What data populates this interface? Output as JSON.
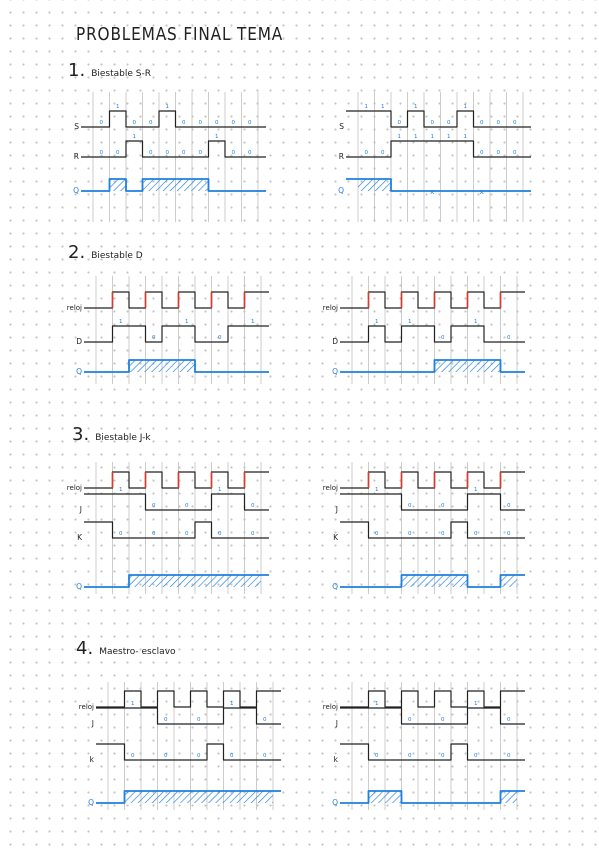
{
  "title": "PROBLEMAS FINAL TEMA",
  "colors": {
    "ink": "#222222",
    "blue": "#1e7fe0",
    "red": "#d93a2b",
    "grid": "#c0c0c0"
  },
  "sections": [
    {
      "number": "1.",
      "name": "Biestable S-R"
    },
    {
      "number": "2.",
      "name": "Biestable D"
    },
    {
      "number": "3.",
      "name": "Biestable J-k"
    },
    {
      "number": "4.",
      "name": "Maestro- esclavo"
    }
  ],
  "signal_labels": {
    "s": "S",
    "r": "R",
    "q": "Q",
    "reloj": "reloj",
    "d": "D",
    "j": "J",
    "k": "k",
    "K": "K"
  },
  "marks": {
    "one": "1",
    "zero": "0",
    "x": "x"
  },
  "diagrams": [
    {
      "section": 0,
      "columns": 10,
      "rows": [
        {
          "label": "s",
          "wave": [
            0,
            1,
            0,
            0,
            1,
            0,
            0,
            0,
            0,
            0
          ]
        },
        {
          "label": "r",
          "wave": [
            0,
            0,
            1,
            0,
            0,
            0,
            0,
            1,
            0,
            0
          ]
        },
        {
          "label": "q",
          "wave": [
            0,
            1,
            0,
            1,
            1,
            1,
            1,
            0,
            0,
            0
          ],
          "output": true
        }
      ]
    },
    {
      "section": 0,
      "columns": 10,
      "rows": [
        {
          "label": "s",
          "wave": [
            1,
            1,
            0,
            1,
            0,
            0,
            1,
            0,
            0,
            0
          ]
        },
        {
          "label": "r",
          "wave": [
            0,
            0,
            1,
            1,
            1,
            1,
            1,
            0,
            0,
            0
          ]
        },
        {
          "label": "q",
          "wave": [
            1,
            1,
            "x",
            "x",
            "x",
            "x",
            "x",
            "x",
            "x",
            "x"
          ],
          "output": true
        }
      ]
    },
    {
      "section": 1,
      "columns": 10,
      "rows": [
        {
          "label": "reloj",
          "wave": [
            0,
            1,
            0,
            1,
            0,
            1,
            0,
            1,
            0,
            1
          ],
          "clock": true
        },
        {
          "label": "d",
          "wave": [
            0,
            1,
            1,
            0,
            1,
            1,
            0,
            0,
            1,
            1
          ]
        },
        {
          "label": "q",
          "wave": [
            0,
            0,
            1,
            1,
            1,
            1,
            0,
            0,
            0,
            0
          ],
          "output": true
        }
      ]
    },
    {
      "section": 1,
      "columns": 10,
      "rows": [
        {
          "label": "reloj",
          "wave": [
            0,
            1,
            0,
            1,
            0,
            1,
            0,
            1,
            0,
            1
          ],
          "clock": true
        },
        {
          "label": "d",
          "wave": [
            0,
            1,
            0,
            1,
            1,
            0,
            1,
            1,
            0,
            0
          ]
        },
        {
          "label": "q",
          "wave": [
            0,
            0,
            0,
            0,
            0,
            1,
            1,
            1,
            1,
            0
          ],
          "output": true
        }
      ]
    },
    {
      "section": 2,
      "columns": 10,
      "rows": [
        {
          "label": "reloj",
          "wave": [
            0,
            1,
            0,
            1,
            0,
            1,
            0,
            1,
            0,
            1
          ],
          "clock": true
        },
        {
          "label": "j",
          "wave": [
            1,
            1,
            1,
            0,
            0,
            0,
            0,
            1,
            1,
            0
          ]
        },
        {
          "label": "K",
          "wave": [
            1,
            0,
            0,
            0,
            0,
            0,
            1,
            0,
            0,
            0
          ]
        },
        {
          "label": "q",
          "wave": [
            0,
            0,
            1,
            1,
            1,
            1,
            1,
            1,
            1,
            1
          ],
          "output": true
        }
      ]
    },
    {
      "section": 2,
      "columns": 10,
      "rows": [
        {
          "label": "reloj",
          "wave": [
            0,
            1,
            0,
            1,
            0,
            1,
            0,
            1,
            0,
            1
          ],
          "clock": true
        },
        {
          "label": "j",
          "wave": [
            1,
            1,
            1,
            0,
            0,
            0,
            0,
            1,
            1,
            0
          ]
        },
        {
          "label": "K",
          "wave": [
            1,
            0,
            0,
            0,
            0,
            0,
            1,
            0,
            0,
            0
          ]
        },
        {
          "label": "q",
          "wave": [
            0,
            0,
            0,
            1,
            1,
            1,
            1,
            0,
            0,
            1
          ],
          "output": true
        }
      ]
    },
    {
      "section": 3,
      "columns": 10,
      "rows": [
        {
          "label": "reloj",
          "wave": [
            0,
            1,
            0,
            1,
            0,
            1,
            0,
            1,
            0,
            1
          ],
          "clock": true
        },
        {
          "label": "j",
          "wave": [
            1,
            1,
            1,
            0,
            0,
            0,
            0,
            1,
            1,
            0
          ]
        },
        {
          "label": "k",
          "wave": [
            1,
            0,
            0,
            0,
            0,
            0,
            1,
            0,
            0,
            0
          ]
        },
        {
          "label": "q",
          "wave": [
            0,
            1,
            1,
            1,
            1,
            1,
            1,
            1,
            1,
            1
          ],
          "output": true
        }
      ]
    },
    {
      "section": 3,
      "columns": 10,
      "rows": [
        {
          "label": "reloj",
          "wave": [
            0,
            1,
            0,
            1,
            0,
            1,
            0,
            1,
            0,
            1
          ],
          "clock": true
        },
        {
          "label": "j",
          "wave": [
            1,
            1,
            1,
            0,
            0,
            0,
            0,
            1,
            1,
            0
          ]
        },
        {
          "label": "k",
          "wave": [
            1,
            0,
            0,
            0,
            0,
            0,
            1,
            0,
            0,
            0
          ]
        },
        {
          "label": "q",
          "wave": [
            0,
            1,
            1,
            0,
            0,
            0,
            0,
            0,
            0,
            1
          ],
          "output": true
        }
      ]
    }
  ]
}
